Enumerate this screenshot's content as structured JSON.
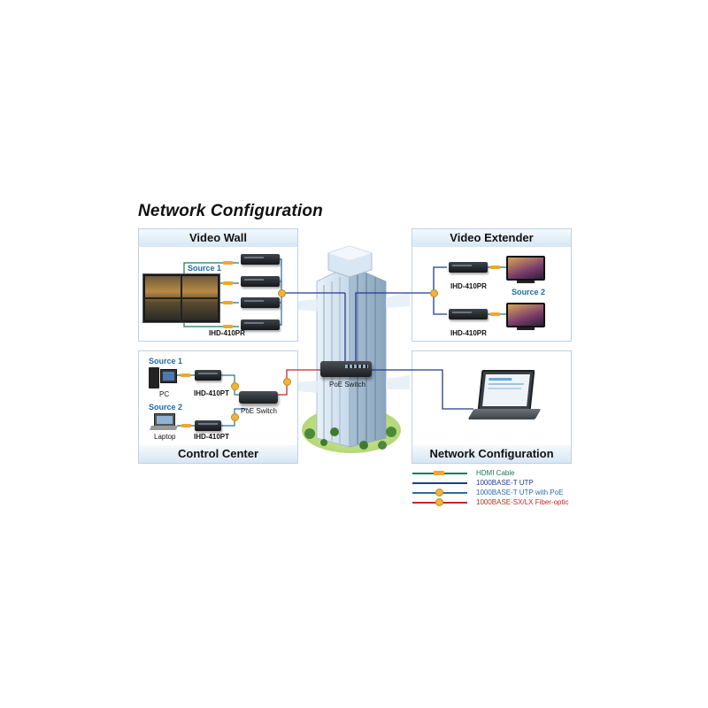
{
  "title": "Network Configuration",
  "panels": {
    "video_wall": {
      "heading": "Video Wall",
      "source": "Source 1",
      "device": "IHD-410PR"
    },
    "video_extender": {
      "heading": "Video Extender",
      "device_top": "IHD-410PR",
      "device_bottom": "IHD-410PR",
      "source": "Source 2"
    },
    "control_center": {
      "heading": "Control Center",
      "source1": "Source 1",
      "pc": "PC",
      "device1": "IHD-410PT",
      "source2": "Source 2",
      "laptop": "Laptop",
      "device2": "IHD-410PT",
      "switch": "PoE Switch"
    },
    "network_configuration": {
      "heading": "Network Configuration"
    }
  },
  "center_switch": "PoE Switch",
  "legend": [
    {
      "label": "HDMI Cable",
      "color": "#1d7a5a",
      "marker": "hdmi"
    },
    {
      "label": "1000BASE-T UTP",
      "color": "#233a8c",
      "marker": "none"
    },
    {
      "label": "1000BASE-T UTP with PoE",
      "color": "#2a6ea6",
      "marker": "dot"
    },
    {
      "label": "1000BASE-SX/LX Fiber-optic",
      "color": "#c3262d",
      "marker": "dot"
    }
  ],
  "icons": [
    "building-icon",
    "video-wall-icon",
    "tv-icon",
    "pc-icon",
    "laptop-icon",
    "poe-switch-icon"
  ]
}
